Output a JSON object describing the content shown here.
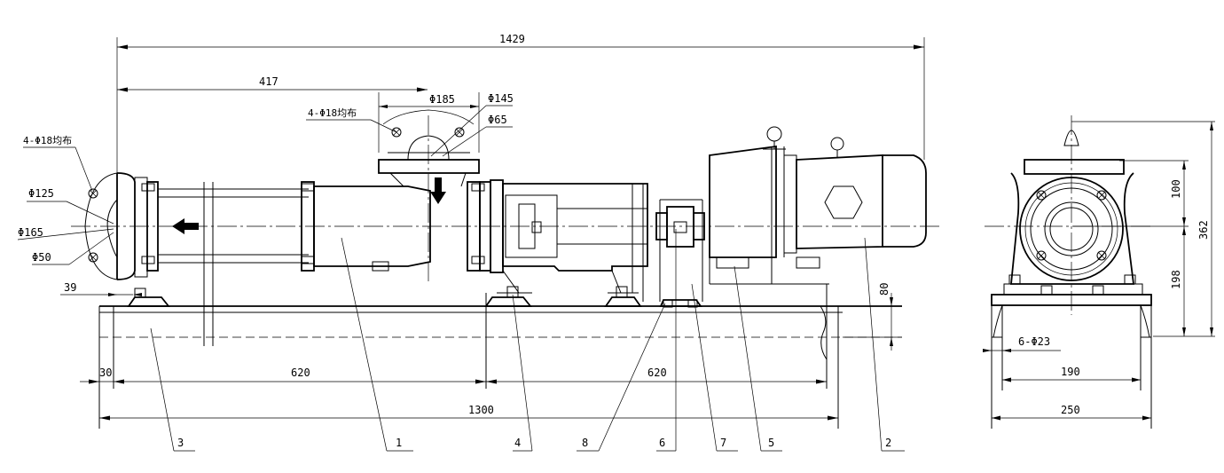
{
  "dimensions": {
    "overall_length": "1429",
    "inlet_offset": "417",
    "flange_outer_dia": "Φ185",
    "flange_bolt_circle": "Φ145",
    "flange_bore": "Φ65",
    "top_flange_holes": "4-Φ18均布",
    "side_flange_holes": "4-Φ18均布",
    "side_flange_dia_125": "Φ125",
    "side_flange_dia_165": "Φ165",
    "side_flange_dia_50": "Φ50",
    "left_offset_39": "39",
    "base_left_30": "30",
    "base_span_left": "620",
    "base_span_right": "620",
    "base_length": "1300",
    "base_height": "80",
    "end_height_100": "100",
    "end_height_198": "198",
    "end_height_362": "362",
    "anchor_holes": "6-Φ23",
    "end_width_190": "190",
    "end_width_250": "250"
  },
  "part_labels": [
    "3",
    "1",
    "4",
    "8",
    "6",
    "7",
    "5",
    "2"
  ]
}
